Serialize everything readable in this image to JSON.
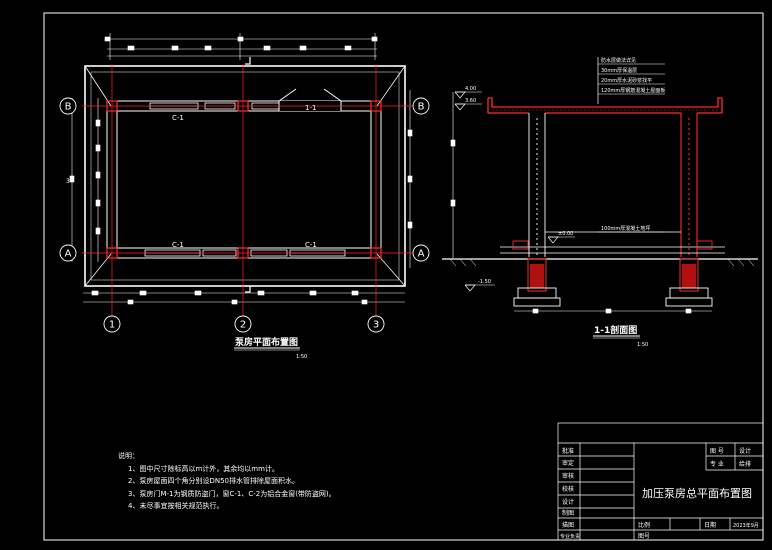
{
  "plan": {
    "title": "泵房平面布置图",
    "scale": "1:50",
    "axis_rows": [
      "B",
      "A"
    ],
    "axis_cols": [
      "1",
      "2",
      "3"
    ],
    "window_labels": [
      "C-1",
      "C-1",
      "C-1"
    ],
    "section_mark": "1-1",
    "dim_side": "3"
  },
  "section": {
    "title": "1-1剖面图",
    "scale": "1:50",
    "level_top": "4.00",
    "level_beam": "3.60",
    "level_ground": "±0.00",
    "level_foundation": "-1.50",
    "roof_layers": [
      "防水层做法详见",
      "30mm厚保温层",
      "20mm厚水泥砂浆找平",
      "120mm厚钢筋混凝土屋面板"
    ],
    "floor_note": "100mm厚混凝土地坪"
  },
  "notes": {
    "heading": "说明：",
    "items": [
      "1、图中尺寸除标高以m计外，其余均以mm计。",
      "2、泵房屋面四个角分别设DN50排水管排除屋面积水。",
      "3、泵房门M-1为钢质防盗门，窗C-1、C-2为铝合金窗(带防盗网)。",
      "4、未尽事宜按相关规范执行。"
    ]
  },
  "title_block": {
    "drawing_title": "加压泵房总平面布置图",
    "left_labels": [
      "批准",
      "审定",
      "审核",
      "校核",
      "设计",
      "制图",
      "描图",
      "专业负责"
    ],
    "r_label1": "图 号",
    "r_value1": "设计",
    "r_label2": "专 业",
    "r_value2": "给排",
    "scale_label": "比例",
    "date_label": "日期",
    "date_value": "2023年9月",
    "sheet_label": "图号"
  }
}
